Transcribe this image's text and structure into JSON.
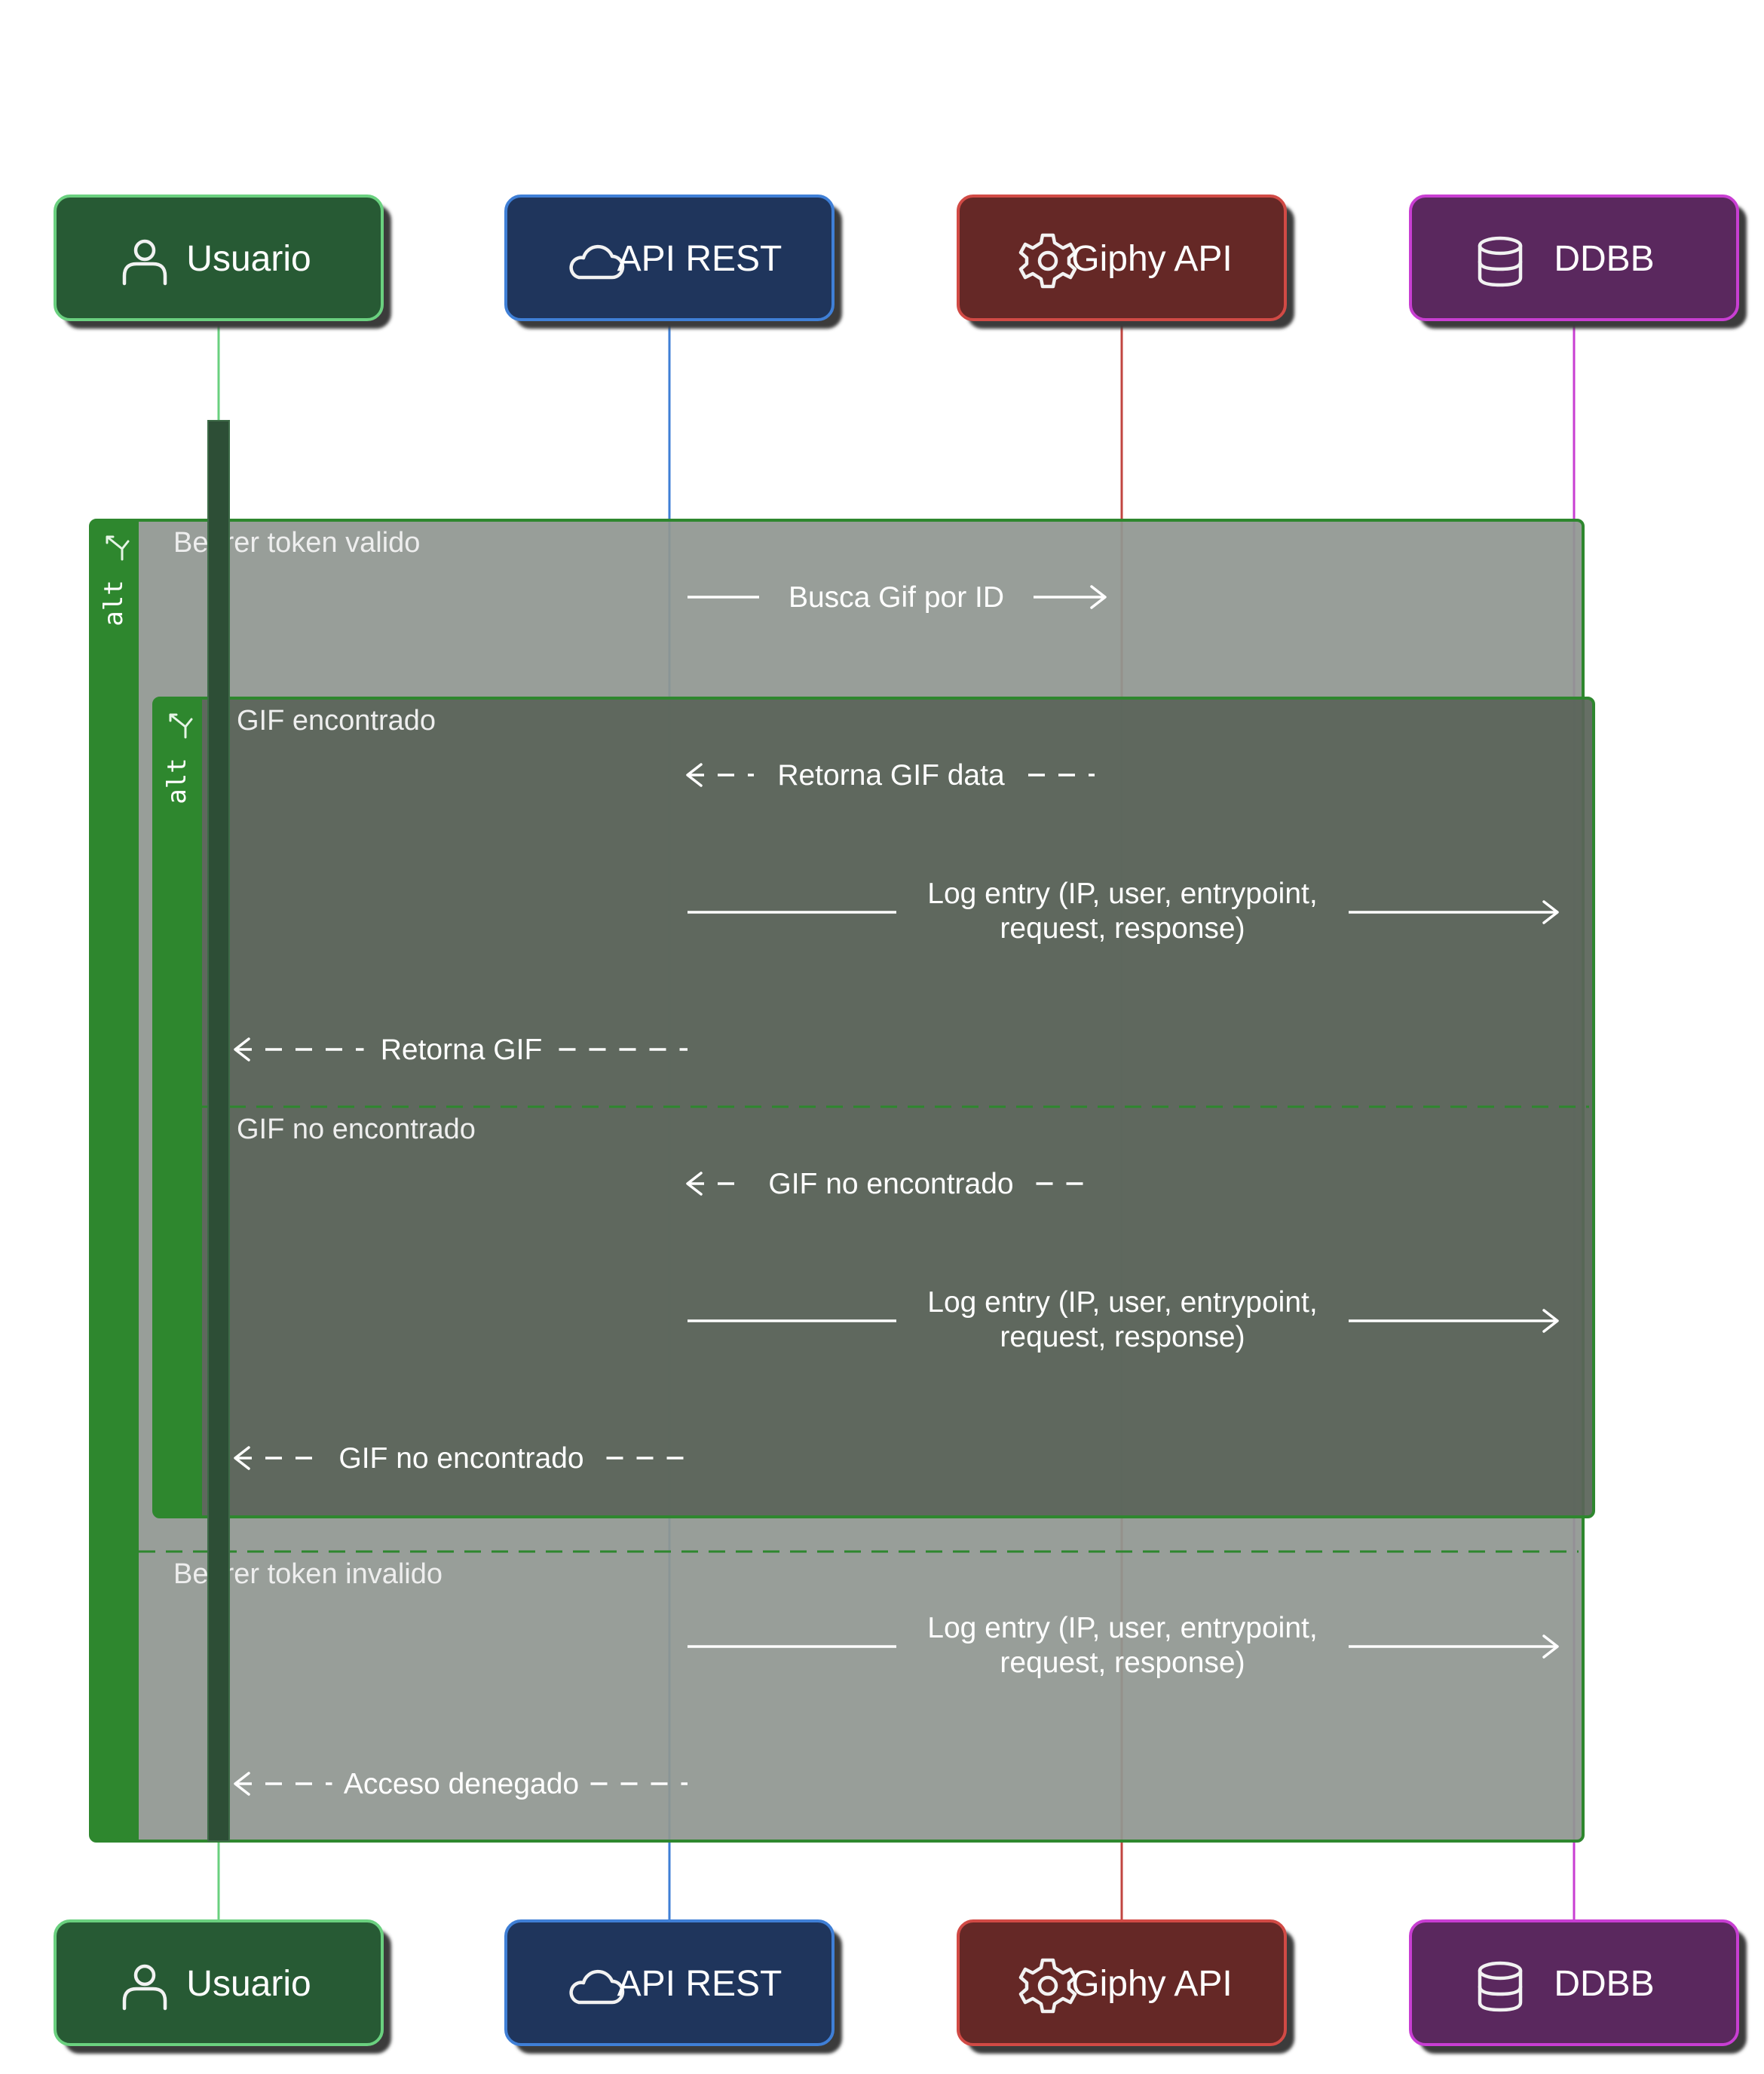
{
  "participants": [
    {
      "id": "usuario",
      "label": "Usuario",
      "icon": "user-icon",
      "fill": "#275a34",
      "stroke": "#6ad07f",
      "line": "#6ad07f"
    },
    {
      "id": "api",
      "label": "API REST",
      "icon": "cloud-icon",
      "fill": "#1f355c",
      "stroke": "#3f7fd6",
      "line": "#3f7fd6"
    },
    {
      "id": "giphy",
      "label": "Giphy API",
      "icon": "gear-icon",
      "fill": "#652826",
      "stroke": "#d14a45",
      "line": "#c14540"
    },
    {
      "id": "ddbb",
      "label": "DDBB",
      "icon": "database-icon",
      "fill": "#5a285e",
      "stroke": "#c83ed2",
      "line": "#c83ed2"
    }
  ],
  "fragments": {
    "outer": {
      "keyword": "alt",
      "conditions": [
        "Bearer token valido",
        "Bearer token invalido"
      ]
    },
    "inner": {
      "keyword": "alt",
      "conditions": [
        "GIF encontrado",
        "GIF no encontrado"
      ]
    }
  },
  "messages": [
    {
      "id": "m1",
      "text": "Busca Gif por ID",
      "from": "api",
      "to": "giphy",
      "style": "solid"
    },
    {
      "id": "m2",
      "text": "Retorna GIF data",
      "from": "giphy",
      "to": "api",
      "style": "dashed"
    },
    {
      "id": "m3",
      "text": "Log entry (IP, user, entrypoint,",
      "text2": "request, response)",
      "from": "api",
      "to": "ddbb",
      "style": "solid"
    },
    {
      "id": "m4",
      "text": "Retorna GIF",
      "from": "api",
      "to": "usuario",
      "style": "dashed"
    },
    {
      "id": "m5",
      "text": "GIF no encontrado",
      "from": "giphy",
      "to": "api",
      "style": "dashed"
    },
    {
      "id": "m6",
      "text": "Log entry (IP, user, entrypoint,",
      "text2": "request, response)",
      "from": "api",
      "to": "ddbb",
      "style": "solid"
    },
    {
      "id": "m7",
      "text": "GIF no encontrado",
      "from": "api",
      "to": "usuario",
      "style": "dashed"
    },
    {
      "id": "m8",
      "text": "Log entry (IP, user, entrypoint,",
      "text2": "request, response)",
      "from": "api",
      "to": "ddbb",
      "style": "solid"
    },
    {
      "id": "m9",
      "text": "Acceso denegado",
      "from": "api",
      "to": "usuario",
      "style": "dashed"
    }
  ],
  "colors": {
    "outer_fill": "#909791",
    "outer_border": "#2e872e",
    "inner_fill": "#5a6459",
    "keyword_band": "#2e872e",
    "activation": "#2d4e36",
    "message_text": "#ffffff",
    "condition_text": "#eeeeee"
  }
}
